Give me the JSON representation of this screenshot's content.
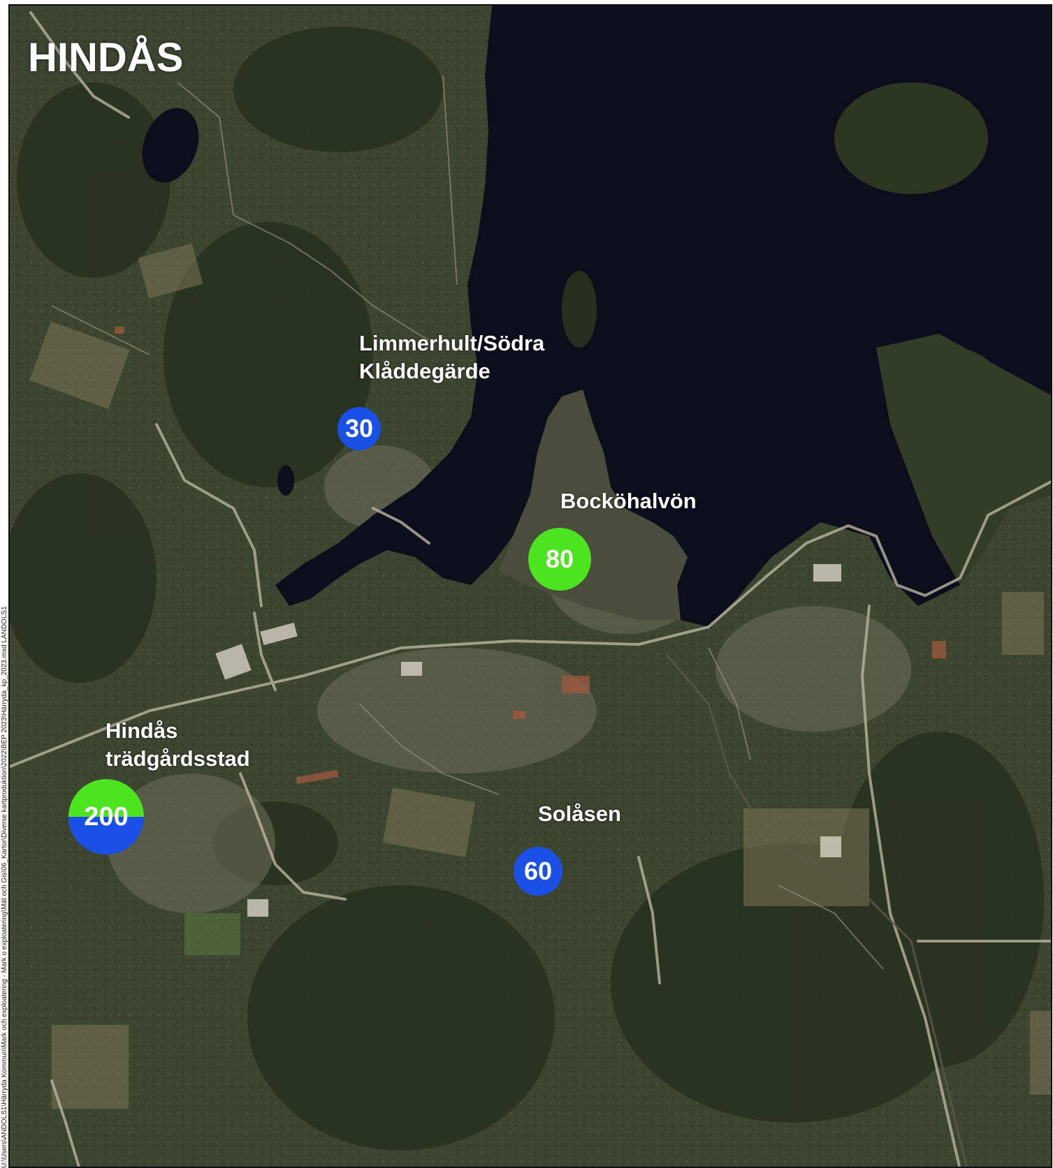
{
  "map": {
    "title": "HINDÅS",
    "side_path_text": "U:\\Users\\ANDOLS1\\Härryda Kommun\\Mark och exploatering - Mark o exploatering\\Mät och Gis\\06_Kartor\\Diverse kartproduktion\\2022\\BEP 2023\\Härryda_kp_2023.mxd LANDOLS1",
    "colors": {
      "blue_marker": "#1a50e6",
      "green_marker": "#4be41e",
      "water": "#0b0f1c",
      "forest": "#2a3521"
    },
    "areas": [
      {
        "id": "limmerhult",
        "label_line1": "Limmerhult/Södra",
        "label_line2": "Klåddegärde",
        "count": "30",
        "marker_color": "blue"
      },
      {
        "id": "bockohalvon",
        "label_line1": "Bocköhalvön",
        "count": "80",
        "marker_color": "green"
      },
      {
        "id": "tradgardsstad",
        "label_line1": "Hindås",
        "label_line2": "trädgårdsstad",
        "count": "200",
        "marker_color": "green-blue"
      },
      {
        "id": "solasen",
        "label_line1": "Solåsen",
        "count": "60",
        "marker_color": "blue"
      }
    ]
  }
}
